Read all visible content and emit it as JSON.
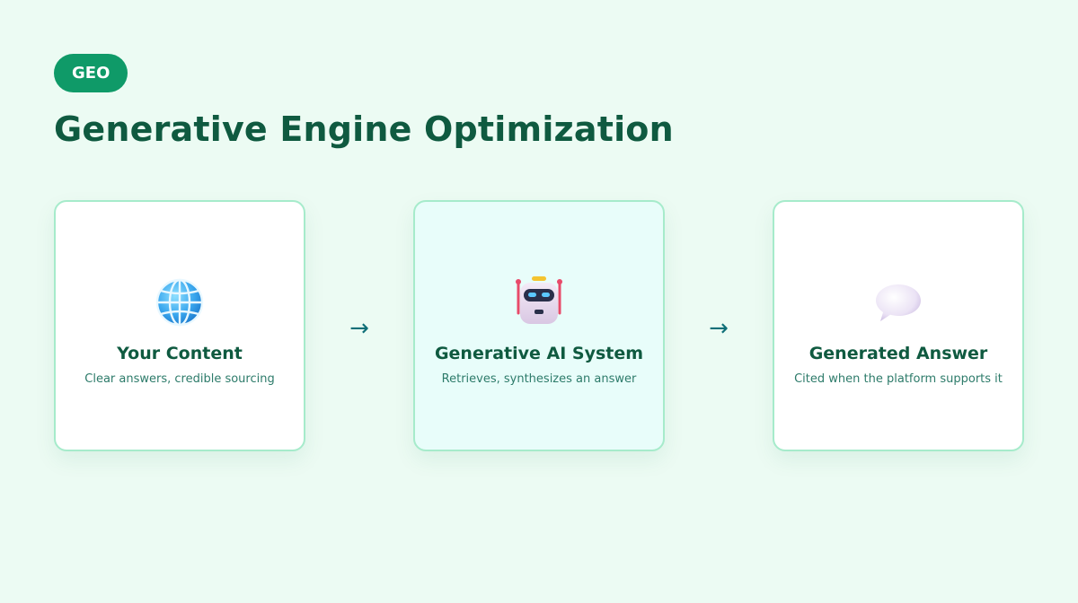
{
  "badge": {
    "label": "GEO"
  },
  "title": "Generative Engine Optimization",
  "steps": [
    {
      "icon": "globe-icon",
      "title": "Your Content",
      "subtitle": "Clear answers, credible sourcing"
    },
    {
      "icon": "robot-icon",
      "title": "Generative AI System",
      "subtitle": "Retrieves, synthesizes an answer"
    },
    {
      "icon": "speech-bubble-icon",
      "title": "Generated Answer",
      "subtitle": "Cited when the platform supports it"
    }
  ],
  "arrows": [
    "→",
    "→"
  ],
  "colors": {
    "background": "#ecfbf3",
    "badge": "#0f9a68",
    "title": "#0f5a40",
    "card_border": "#a6ebcb",
    "card_highlight": "#e8fdfa",
    "arrow": "#0f6f78"
  }
}
